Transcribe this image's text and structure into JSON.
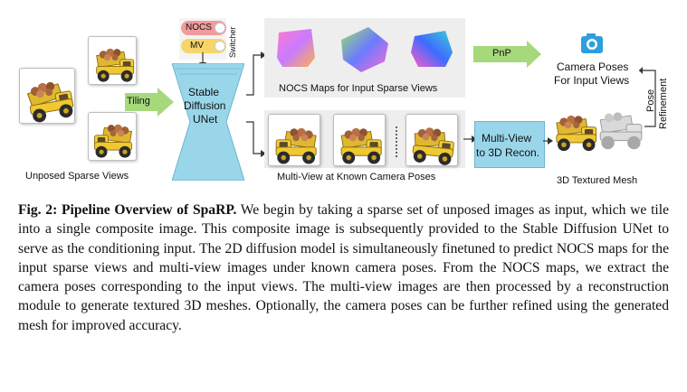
{
  "figure": {
    "labels": {
      "unposed_sparse_views": "Unposed Sparse Views",
      "tiling": "Tiling",
      "nocs_toggle": "NOCS",
      "mv_toggle": "MV",
      "switcher": "Switcher",
      "unet_line1": "Stable",
      "unet_line2": "Diffusion",
      "unet_line3": "UNet",
      "nocs_maps": "NOCS Maps for Input Sparse Views",
      "multiview_known": "Multi-View at Known Camera Poses",
      "pnp": "PnP",
      "camera_poses_line1": "Camera Poses",
      "camera_poses_line2": "For Input Views",
      "pose": "Pose",
      "refinement": "Refinement",
      "recon_line1": "Multi-View",
      "recon_line2": "to 3D Recon.",
      "textured_mesh": "3D Textured Mesh"
    },
    "colors": {
      "unet_blue": "#9ad6ea",
      "arrow_green": "#a6d87c",
      "toggle_pink": "#f19b9b",
      "toggle_yellow": "#f6d56a",
      "panel_gray": "#eeeeee",
      "truck_yellow": "#f2cf3b"
    },
    "icons": [
      "camera-icon",
      "toggle-switch-icon",
      "dump-truck-toy-icon"
    ]
  },
  "caption": {
    "label": "Fig. 2:",
    "title": "Pipeline Overview of SpaRP.",
    "text": "We begin by taking a sparse set of unposed images as input, which we tile into a single composite image. This composite image is subsequently provided to the Stable Diffusion UNet to serve as the conditioning input. The 2D diffusion model is simultaneously finetuned to predict NOCS maps for the input sparse views and multi-view images under known camera poses. From the NOCS maps, we extract the camera poses corresponding to the input views. The multi-view images are then processed by a reconstruction module to generate textured 3D meshes. Optionally, the camera poses can be further refined using the generated mesh for improved accuracy."
  }
}
